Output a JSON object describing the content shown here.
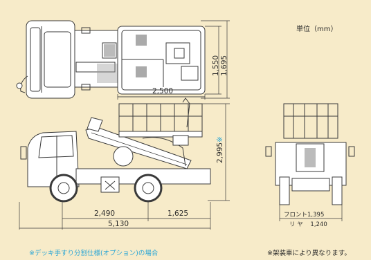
{
  "unit_label": "単位（mm）",
  "dimensions": {
    "top_width_1550": "1,550",
    "top_width_1695": "1,695",
    "deck_length": "2,500",
    "height": "2,995",
    "height_mark": "※",
    "wheelbase": "2,490",
    "rear_overhang": "1,625",
    "overall_length": "5,130"
  },
  "tread": {
    "front_label": "フロント",
    "front_value": "1,395",
    "rear_label": "リ ヤ",
    "rear_value": "1,240"
  },
  "footnotes": {
    "left": "※デッキ手すり分割仕様(オプション)の場合",
    "right": "※架装車により異なります。"
  },
  "colors": {
    "background": "#f7ebc9",
    "line": "#3a3a3a",
    "accent": "#2aa6d6"
  }
}
